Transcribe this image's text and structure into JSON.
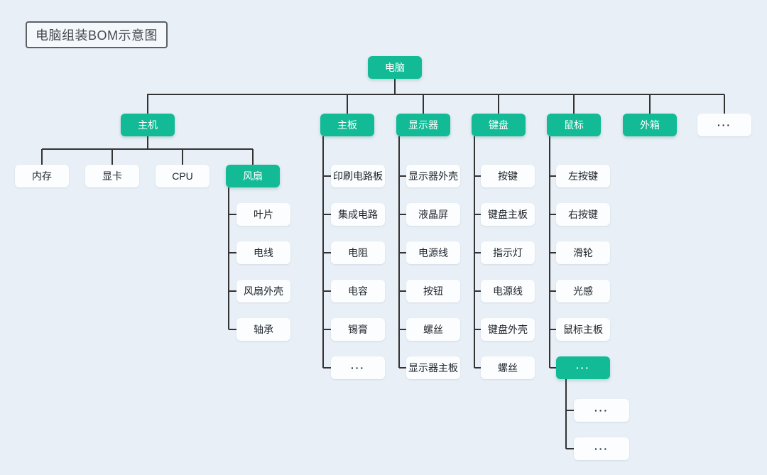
{
  "title": {
    "text": "电脑组装BOM示意图"
  },
  "colors": {
    "background": "#e9eff6",
    "node_green": "#12bb96",
    "node_white": "#fbfdfe",
    "connector_line": "#333333",
    "text_on_green": "#ffffff",
    "text_on_white": "#21262d"
  },
  "tree": {
    "root": {
      "label": "电脑",
      "variant": "green"
    },
    "level2": [
      {
        "label": "主机",
        "variant": "green"
      },
      {
        "label": "主板",
        "variant": "green"
      },
      {
        "label": "显示器",
        "variant": "green"
      },
      {
        "label": "键盘",
        "variant": "green"
      },
      {
        "label": "鼠标",
        "variant": "green"
      },
      {
        "label": "外箱",
        "variant": "green"
      },
      {
        "label": "···",
        "variant": "white"
      }
    ],
    "host_children": [
      {
        "label": "内存",
        "variant": "white"
      },
      {
        "label": "显卡",
        "variant": "white"
      },
      {
        "label": "CPU",
        "variant": "white"
      },
      {
        "label": "风扇",
        "variant": "green"
      }
    ],
    "fan_children": [
      {
        "label": "叶片",
        "variant": "white"
      },
      {
        "label": "电线",
        "variant": "white"
      },
      {
        "label": "风扇外壳",
        "variant": "white"
      },
      {
        "label": "轴承",
        "variant": "white"
      }
    ],
    "motherboard_children": [
      {
        "label": "印刷电路板",
        "variant": "white"
      },
      {
        "label": "集成电路",
        "variant": "white"
      },
      {
        "label": "电阻",
        "variant": "white"
      },
      {
        "label": "电容",
        "variant": "white"
      },
      {
        "label": "锡膏",
        "variant": "white"
      },
      {
        "label": "···",
        "variant": "white"
      }
    ],
    "monitor_children": [
      {
        "label": "显示器外壳",
        "variant": "white"
      },
      {
        "label": "液晶屏",
        "variant": "white"
      },
      {
        "label": "电源线",
        "variant": "white"
      },
      {
        "label": "按钮",
        "variant": "white"
      },
      {
        "label": "螺丝",
        "variant": "white"
      },
      {
        "label": "显示器主板",
        "variant": "white"
      }
    ],
    "keyboard_children": [
      {
        "label": "按键",
        "variant": "white"
      },
      {
        "label": "键盘主板",
        "variant": "white"
      },
      {
        "label": "指示灯",
        "variant": "white"
      },
      {
        "label": "电源线",
        "variant": "white"
      },
      {
        "label": "键盘外壳",
        "variant": "white"
      },
      {
        "label": "螺丝",
        "variant": "white"
      }
    ],
    "mouse_children": [
      {
        "label": "左按键",
        "variant": "white"
      },
      {
        "label": "右按键",
        "variant": "white"
      },
      {
        "label": "滑轮",
        "variant": "white"
      },
      {
        "label": "光感",
        "variant": "white"
      },
      {
        "label": "鼠标主板",
        "variant": "white"
      },
      {
        "label": "···",
        "variant": "green"
      }
    ],
    "mouse_ellipsis_children": [
      {
        "label": "···",
        "variant": "white"
      },
      {
        "label": "···",
        "variant": "white"
      }
    ]
  }
}
